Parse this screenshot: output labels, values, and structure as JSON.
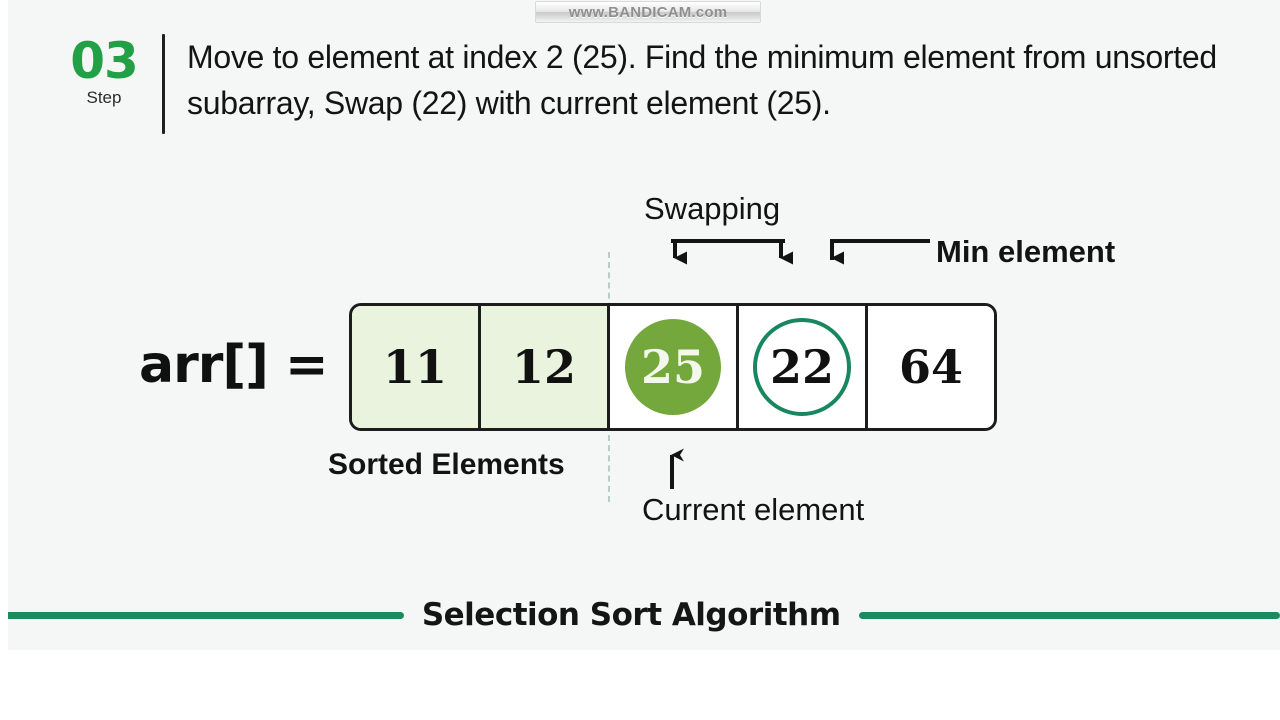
{
  "watermark": {
    "text": "www.BANDICAM.com"
  },
  "header": {
    "step_number": "03",
    "step_label": "Step",
    "instruction": "Move to element at index 2 (25). Find the minimum element from unsorted subarray, Swap (22) with current element (25)."
  },
  "diagram": {
    "array_label": "arr[] =",
    "cells": [
      {
        "value": "11",
        "state": "sorted",
        "marker": "none"
      },
      {
        "value": "12",
        "state": "sorted",
        "marker": "none"
      },
      {
        "value": "25",
        "state": "current",
        "marker": "filled"
      },
      {
        "value": "22",
        "state": "min",
        "marker": "ring"
      },
      {
        "value": "64",
        "state": "unsorted",
        "marker": "none"
      }
    ],
    "annotations": {
      "swapping": "Swapping",
      "min_element": "Min element",
      "current_element": "Current element",
      "sorted_elements": "Sorted Elements"
    },
    "colors": {
      "sorted_cell_fill": "#e9f3dd",
      "current_marker_fill": "#74a83c",
      "min_marker_ring": "#18875d",
      "step_number": "#22a045",
      "footer_rule": "#1e8a5f",
      "partition_dash": "#b9cdc4"
    }
  },
  "footer": {
    "title": "Selection Sort Algorithm"
  }
}
